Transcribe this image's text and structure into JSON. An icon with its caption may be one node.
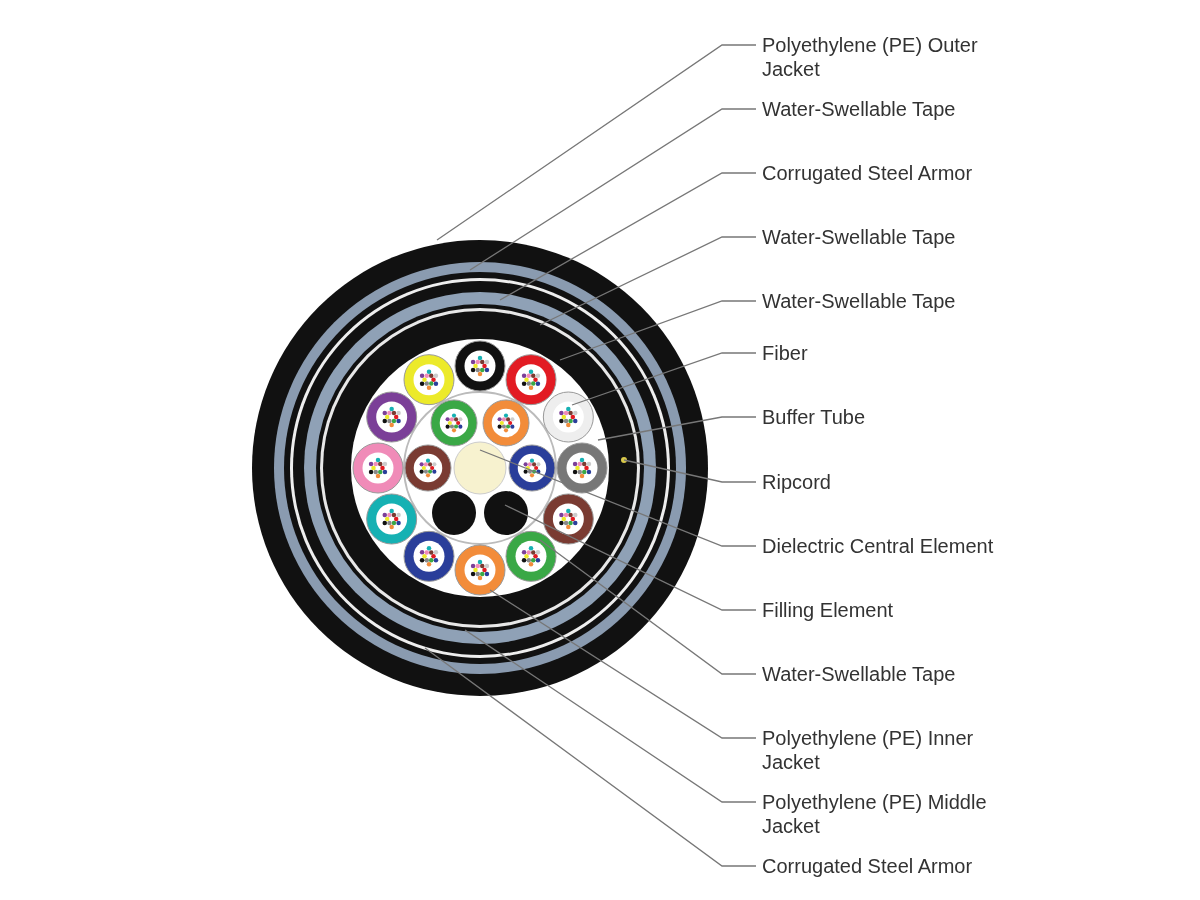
{
  "diagram": {
    "nodes": [
      {
        "text": [
          "Polyethylene (PE) Outer Jacket"
        ]
      },
      {
        "text": [
          "Water-Swellable Tape"
        ]
      },
      {
        "text": [
          "Corrugated Steel Armor"
        ]
      },
      {
        "text": [
          "Water-Swellable Tape"
        ]
      },
      {
        "text": [
          "Water-Swellable Tape"
        ]
      },
      {
        "text": [
          "Fiber"
        ]
      },
      {
        "text": [
          "Buffer Tube"
        ]
      },
      {
        "text": [
          "Ripcord"
        ]
      },
      {
        "text": [
          "Dielectric Central Element"
        ]
      },
      {
        "text": [
          "Filling Element"
        ]
      },
      {
        "text": [
          "Water-Swellable Tape"
        ]
      },
      {
        "text": [
          "Polyethylene (PE) Inner Jacket"
        ]
      },
      {
        "text": [
          "Polyethylene (PE) Middle Jacket"
        ]
      },
      {
        "text": [
          "Corrugated Steel Armor"
        ]
      }
    ],
    "edges": [
      {
        "from": 0,
        "to": null,
        "arrow": "none"
      },
      {
        "from": 1,
        "to": null,
        "arrow": "none"
      },
      {
        "from": 2,
        "to": null,
        "arrow": "none"
      },
      {
        "from": 3,
        "to": null,
        "arrow": "none"
      },
      {
        "from": 4,
        "to": null,
        "arrow": "none"
      },
      {
        "from": 5,
        "to": null,
        "arrow": "none"
      },
      {
        "from": 6,
        "to": null,
        "arrow": "none"
      },
      {
        "from": 7,
        "to": null,
        "arrow": "none"
      },
      {
        "from": 8,
        "to": null,
        "arrow": "none"
      },
      {
        "from": 9,
        "to": null,
        "arrow": "none"
      },
      {
        "from": 10,
        "to": null,
        "arrow": "none"
      },
      {
        "from": 11,
        "to": null,
        "arrow": "none"
      },
      {
        "from": 12,
        "to": null,
        "arrow": "none"
      },
      {
        "from": 13,
        "to": null,
        "arrow": "none"
      }
    ]
  }
}
